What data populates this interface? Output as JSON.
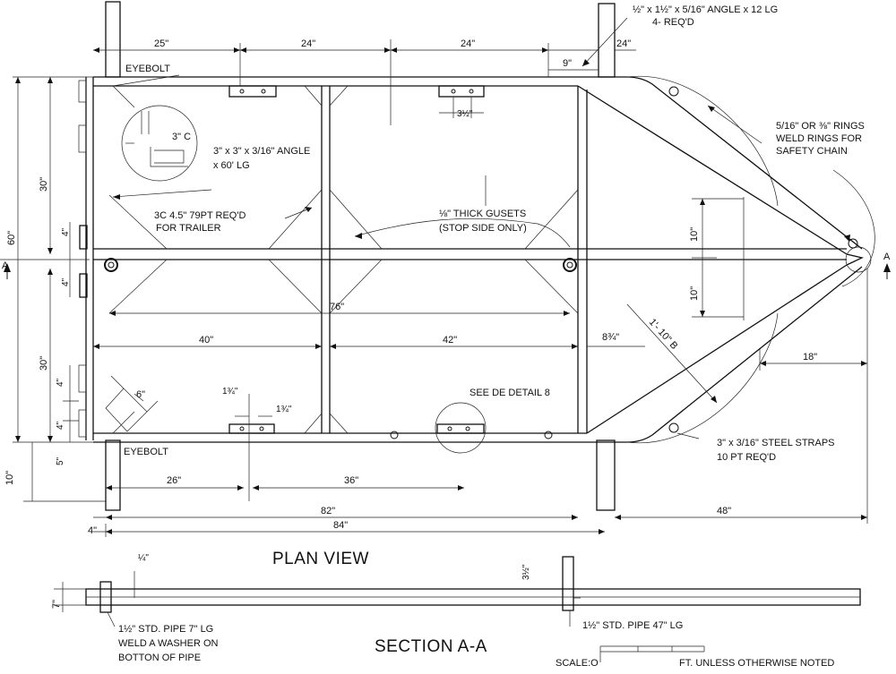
{
  "labels": {
    "angle_top": "½\" x 1½\" x 5/16\" ANGLE x 12 LG",
    "angle_top_req": "4- REQ'D",
    "eyebolt_top": "EYEBOLT",
    "eyebolt_bottom": "EYEBOLT",
    "angle_main_1": "3\" x 3\" x 3/16\" ANGLE",
    "angle_main_2": "x 60' LG",
    "channel_1": "3C 4.5\" 79PT REQ'D",
    "channel_2": "FOR TRAILER",
    "gusset_1": "⅛\" THICK GUSETS",
    "gusset_2": "(STOP SIDE ONLY)",
    "rings_1": "5/16\" OR ⅜\" RINGS",
    "rings_2": "WELD RINGS FOR",
    "rings_3": "SAFETY CHAIN",
    "see_detail": "SEE DE DETAIL 8",
    "diag_len": "1'- 10\" B",
    "straps_1": "3\" x 3/16\" STEEL STRAPS",
    "straps_2": "10 PT REQ'D",
    "detail_c": "3\" C",
    "plan_view": "PLAN VIEW",
    "section_aa": "SECTION A-A",
    "pipe_left_1": "1½\" STD. PIPE 7\" LG",
    "pipe_left_2": "WELD A WASHER ON",
    "pipe_left_3": "BOTTON OF PIPE",
    "pipe_right": "1½\" STD. PIPE 47\" LG",
    "scale": "SCALE:O",
    "note_ft": "FT.  UNLESS OTHERWISE NOTED",
    "section_mark_left": "A",
    "section_mark_right": "A"
  },
  "dims": {
    "top_25": "25\"",
    "top_24a": "24\"",
    "top_24b": "24\"",
    "top_24c": "24\"",
    "top_9": "9\"",
    "hole_3q": "3½\"",
    "d_76": "76\"",
    "d_40": "40\"",
    "d_42": "42\"",
    "d_8q": "8¾\"",
    "d_18": "18\"",
    "d_6": "6\"",
    "d_1q_a": "1¾\"",
    "d_1q_b": "1¾\"",
    "d_26": "26\"",
    "d_36": "36\"",
    "d_82": "82\"",
    "d_84": "84\"",
    "d_4": "4\"",
    "d_48": "48\"",
    "v_60": "60\"",
    "v_30a": "30\"",
    "v_30b": "30\"",
    "v_10a": "10\"",
    "v_10b": "10\"",
    "v_10c": "10\"",
    "v_4a": "4\"",
    "v_4b": "4\"",
    "v_4c": "4\"",
    "v_4d": "4\"",
    "v_5": "5\"",
    "v_7": "7\"",
    "v_3q_sec": "3½\"",
    "v_quarter": "¼\""
  }
}
